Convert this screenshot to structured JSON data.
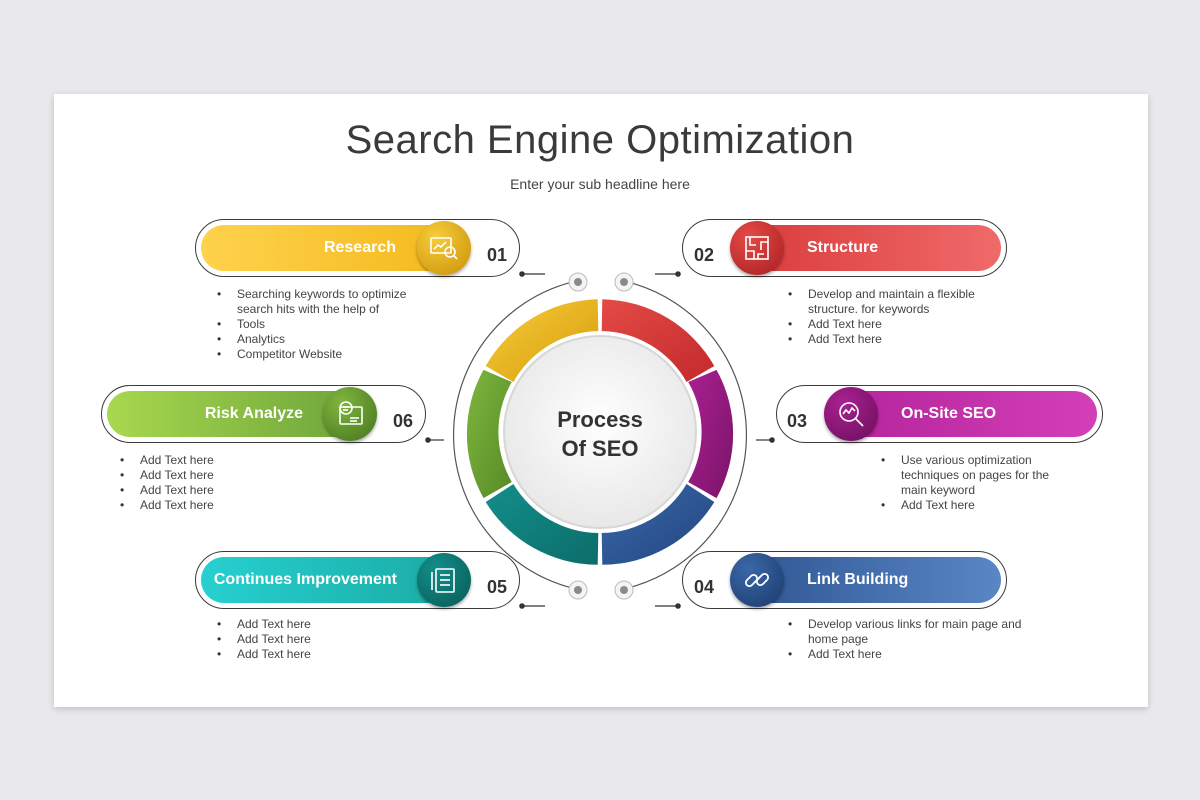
{
  "title": "Search Engine Optimization",
  "subtitle": "Enter your sub headline here",
  "center": {
    "line1": "Process",
    "line2": "Of SEO"
  },
  "steps": [
    {
      "num": "01",
      "label": "Research",
      "icon": "research-chart-icon",
      "color": "#f3b81b",
      "bullets": [
        "Searching keywords to optimize search hits with the help of",
        "Tools",
        "Analytics",
        "Competitor Website"
      ]
    },
    {
      "num": "02",
      "label": "Structure",
      "icon": "maze-icon",
      "color": "#d93a3a",
      "bullets": [
        "Develop and maintain a flexible structure. for keywords",
        "Add Text here",
        "Add Text here"
      ]
    },
    {
      "num": "03",
      "label": "On-Site SEO",
      "icon": "magnifier-chart-icon",
      "color": "#b3239a",
      "bullets": [
        "Use various optimization techniques on pages for the main keyword",
        "Add Text here"
      ]
    },
    {
      "num": "04",
      "label": "Link Building",
      "icon": "chain-link-icon",
      "color": "#2e5591",
      "bullets": [
        "Develop various links for main page and home page",
        "Add Text here"
      ]
    },
    {
      "num": "05",
      "label": "Continues Improvement",
      "icon": "checklist-icon",
      "color": "#1aa9a3",
      "bullets": [
        "Add Text here",
        "Add Text here",
        "Add Text here"
      ]
    },
    {
      "num": "06",
      "label": "Risk Analyze",
      "icon": "report-search-icon",
      "color": "#6aa23a",
      "bullets": [
        "Add Text here",
        "Add Text here",
        "Add Text here",
        "Add Text here"
      ]
    }
  ]
}
